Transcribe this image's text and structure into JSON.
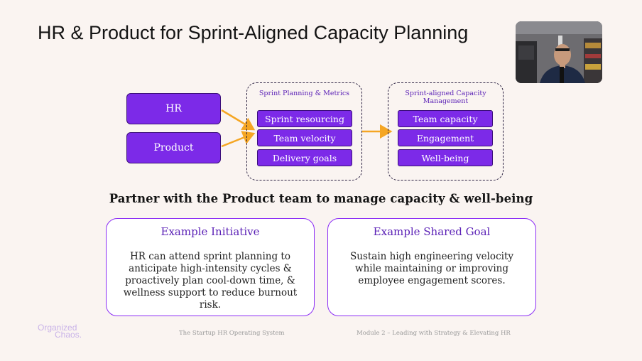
{
  "slide": {
    "title": "HR & Product for Sprint-Aligned Capacity Planning",
    "sources": [
      "HR",
      "Product"
    ],
    "group1": {
      "title": "Sprint Planning & Metrics",
      "items": [
        "Sprint resourcing",
        "Team velocity",
        "Delivery goals"
      ]
    },
    "group2": {
      "title": "Sprint-aligned Capacity Management",
      "items": [
        "Team capacity",
        "Engagement",
        "Well-being"
      ]
    },
    "subtitle": "Partner with the Product team to manage capacity & well-being",
    "card1": {
      "title": "Example Initiative",
      "body": "HR can attend sprint planning to anticipate high-intensity cycles & proactively plan cool-down time, & wellness support to reduce burnout risk."
    },
    "card2": {
      "title": "Example Shared Goal",
      "body": "Sustain high engineering velocity while maintaining or improving employee engagement scores."
    }
  },
  "footer": {
    "logo_line1": "Organized",
    "logo_line2": "Chaos.",
    "course": "The Startup HR Operating System",
    "module": "Module 2 – Leading with Strategy & Elevating HR"
  },
  "colors": {
    "accent": "#7c2ae8",
    "accent_border": "#3b0f7a",
    "arrow": "#f5a623",
    "heading_purple": "#5b21b6",
    "background": "#faf4f1"
  }
}
